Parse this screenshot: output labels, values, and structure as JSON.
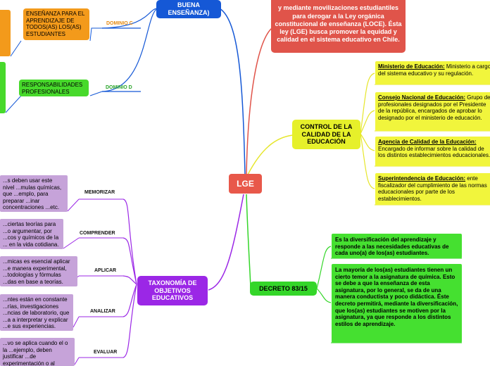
{
  "center": {
    "label": "LGE"
  },
  "topic_buena": {
    "label": "BUENA\nENSEÑANZA)"
  },
  "topic_movil": {
    "text": "y mediante movilizaciones estudiantiles para derogar a la Ley orgánica constitucional de enseñanza (LOCE). Ésta ley (LGE) busca promover la equidad y calidad en el sistema educativo en Chile."
  },
  "topic_control": {
    "label": "CONTROL DE LA CALIDAD DE LA EDUCACIÓN",
    "items": [
      {
        "term": "Ministerio de Educación:",
        "text": " Ministerio a cargo del sistema educativo y su regulación."
      },
      {
        "term": "Consejo Nacional de Educación:",
        "text": " Grupo de profesionales designados por el Presidente de la república, encargados de aprobar lo designado por el ministerio de educación."
      },
      {
        "term": "Agencia de Calidad de la Educación:",
        "text": " Encargado de informar sobre la calidad de los distintos establecimientos educacionales."
      },
      {
        "term": "Superintendencia de Educación:",
        "text": " ente fiscalizador del cumplimiento de las normas educacionales por parte de los establecimientos."
      }
    ]
  },
  "topic_decreto": {
    "label": "DECRETO 83/15",
    "items": [
      "Es la diversificación del aprendizaje y responde a las necesidades educativas de cada uno(a) de los(as) estudiantes.",
      "La mayoría de los(as) estudiantes tienen un cierto temor a la asignatura de química. Esto se debe a que la enseñanza de esta asignatura, por lo general, se da de una manera conductista y poco didáctica. Éste decreto permitirá, mediante la diversificación, que los(as) estudiantes se motiven por la asignatura, ya que responde a los distintos estilos de aprendizaje."
    ]
  },
  "domains": [
    {
      "label": "DOMINIO C",
      "leaf": "ENSEÑANZA PARA EL APRENDIZAJE DE TODOS(AS) LOS(AS) ESTUDIANTES"
    },
    {
      "label": "DOMINIO D",
      "leaf": "RESPONSABILIDADES PROFESIONALES"
    }
  ],
  "topic_taxonomia": {
    "label": "TAXONOMÍA DE OBJETIVOS EDUCATIVOS",
    "items": [
      {
        "label": "MEMORIZAR",
        "text": "...s deben usar este nivel ...mulas químicas, que ...emplo, para preparar ...inar concentraciones ...etc."
      },
      {
        "label": "COMPRENDER",
        "text": "...ciertas teorías para ...o argumentar, por ...cos y químicos de la ... en la vida cotidiana."
      },
      {
        "label": "APLICAR",
        "text": "...micas es esencial aplicar ...e manera experimental, ...todologías y fórmulas ...das en base a teorías."
      },
      {
        "label": "ANALIZAR",
        "text": "...ntes están en constante ...rías, investigaciones ...ncias de laboratorio, que ...a a interpretar y explicar ...e sus experiencias."
      },
      {
        "label": "EVALUAR",
        "text": "...vo se aplica cuando el o la ...ejemplo, deben justificar ...de experimentación o al ...emas estequiométricos."
      }
    ]
  },
  "colors": {
    "center": "#e8584a",
    "blue": "#1558d6",
    "red": "#e0544a",
    "yellow": "#e6f02a",
    "green": "#34d629",
    "purple": "#9b27e6"
  }
}
